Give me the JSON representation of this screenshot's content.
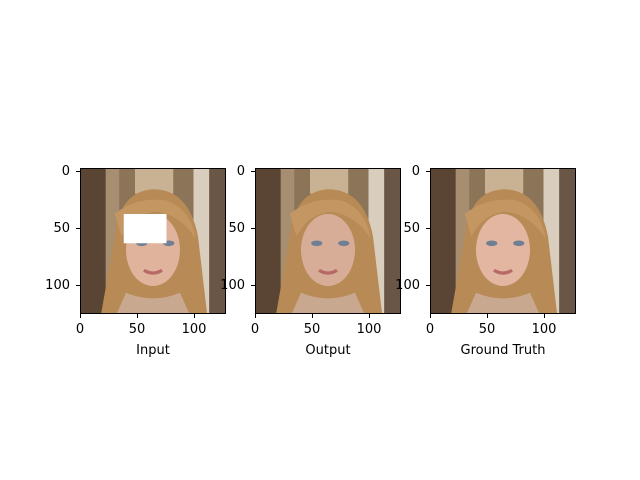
{
  "panels": [
    {
      "xlabel": "Input",
      "masked": true
    },
    {
      "xlabel": "Output",
      "masked": false
    },
    {
      "xlabel": "Ground Truth",
      "masked": false
    }
  ],
  "yticks": [
    "0",
    "50",
    "100"
  ],
  "xticks": [
    "0",
    "50",
    "100"
  ],
  "colors": {
    "mask": "#ffffff",
    "hair": "#b88a55",
    "skin": "#dfb39c",
    "background": "#7d6652"
  }
}
